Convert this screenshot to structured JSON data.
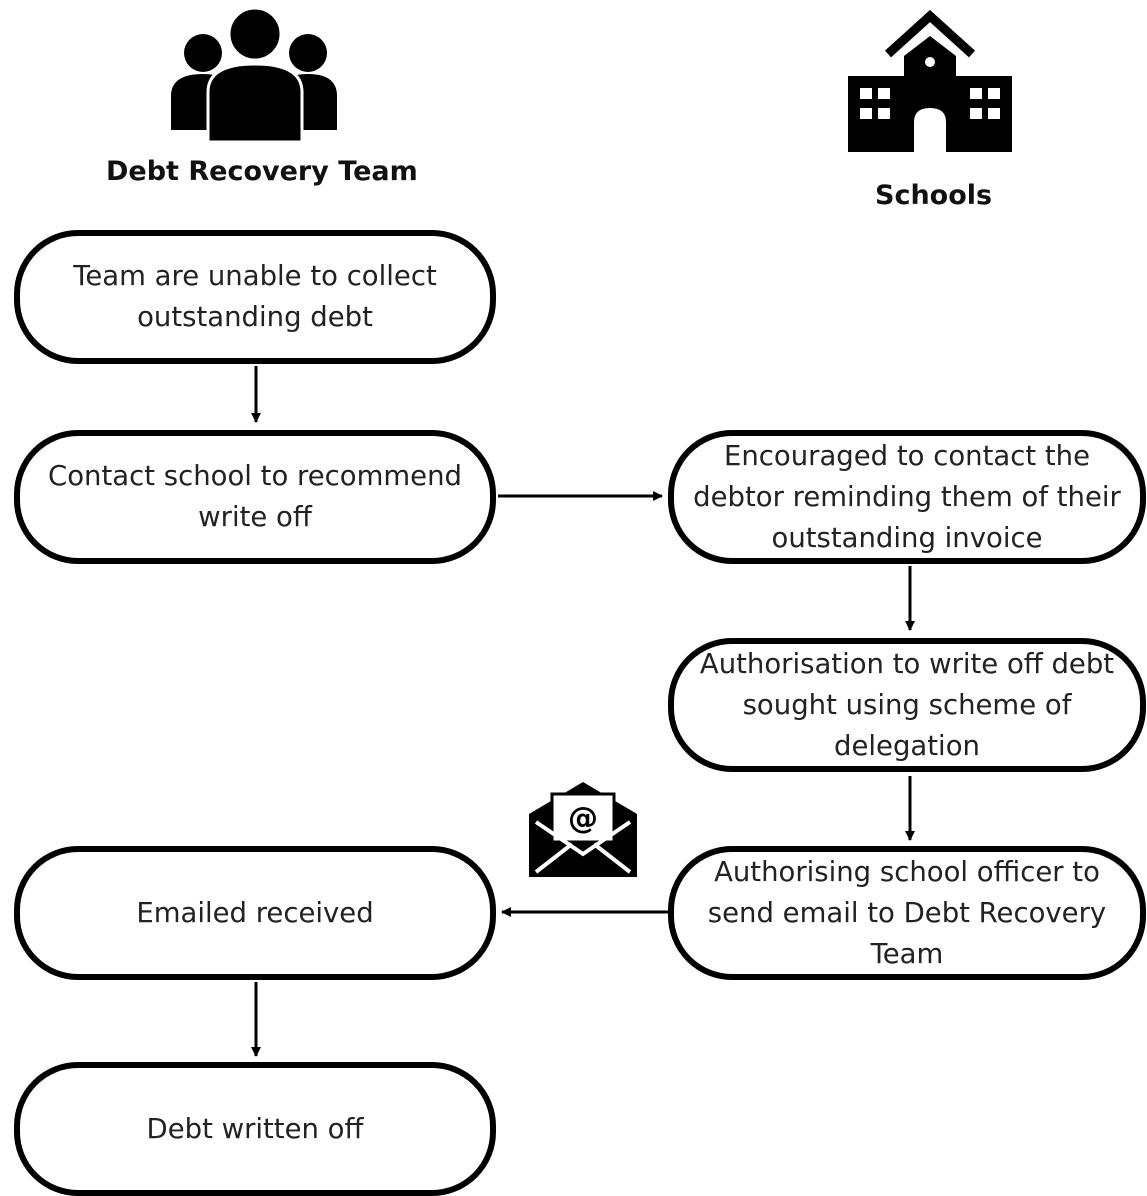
{
  "headers": {
    "left_lane": "Debt Recovery Team",
    "right_lane": "Schools"
  },
  "icons": {
    "left_lane_icon": "people-group-icon",
    "right_lane_icon": "school-building-icon",
    "email_icon": "email-envelope-icon"
  },
  "nodes": {
    "unable_to_collect": "Team are unable to collect\noutstanding debt",
    "contact_school": "Contact school to recommend\nwrite off",
    "encouraged_contact": "Encouraged to contact the\ndebtor reminding them of their\noutstanding invoice",
    "authorisation_sought": "Authorisation to write off debt\nsought using scheme of\ndelegation",
    "authorising_officer": "Authorising school officer to\nsend email to Debt Recovery\nTeam",
    "email_received": "Emailed received",
    "debt_written_off": "Debt written off"
  },
  "colors": {
    "stroke": "#000000",
    "background": "#ffffff",
    "text": "#222222"
  }
}
